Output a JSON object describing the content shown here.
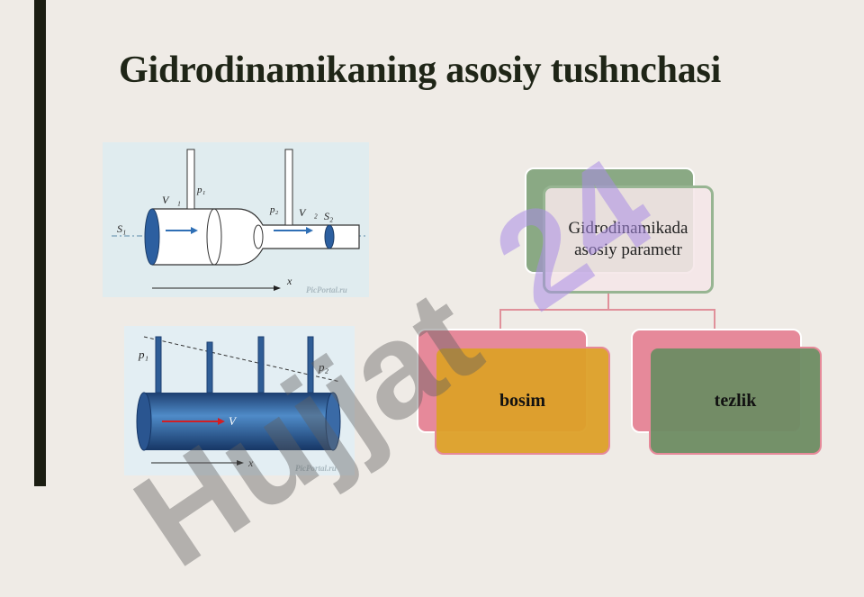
{
  "title": "Gidrodinamikaning asosiy tushnchasi",
  "figure_top": {
    "labels": {
      "s1": "S₁",
      "s2": "S₂",
      "p1": "p₁",
      "p2": "p₂",
      "v1": "V⃗₁",
      "v2": "V⃗₂",
      "x": "x"
    },
    "credit": "PicPortal.ru"
  },
  "figure_bottom": {
    "labels": {
      "p1": "p₁",
      "p2": "p₂",
      "v": "V⃗",
      "x": "x"
    },
    "credit": "PicPortal.ru"
  },
  "hierarchy": {
    "root": "Gidrodinamikada asosiy parametr",
    "children": [
      "bosim",
      "tezlik"
    ]
  },
  "watermark": {
    "text": "Hujjat",
    "number": "24"
  },
  "colors": {
    "sidebar": "#1b1d12",
    "root_box": "#8aa984",
    "child_back": "#e6899a",
    "bosim": "#dca028",
    "tezlik": "#6e8c64",
    "connector": "#e0909a"
  }
}
